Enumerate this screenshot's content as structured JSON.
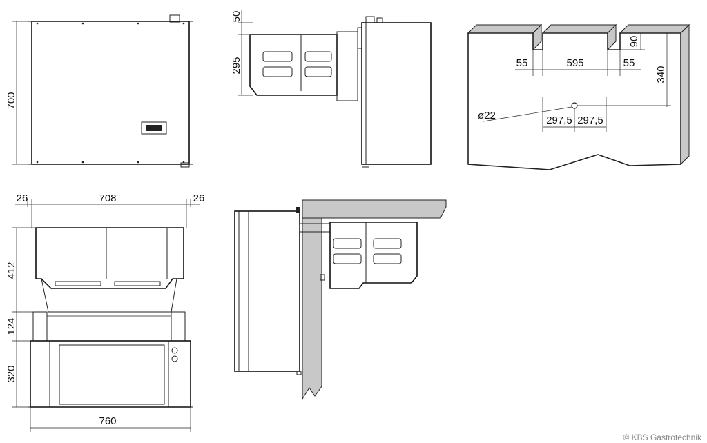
{
  "dimensions": {
    "front_height": "700",
    "side_top": "50",
    "side_main": "295",
    "wall_left_slot": "55",
    "wall_span": "595",
    "wall_right_slot": "55",
    "wall_slot_depth": "90",
    "wall_hole_height": "340",
    "wall_hole_diameter": "ø22",
    "wall_half_left": "297,5",
    "wall_half_right": "297,5",
    "top_left_margin": "26",
    "top_width": "708",
    "top_right_margin": "26",
    "top_upper": "412",
    "top_mid": "124",
    "top_lower": "320",
    "top_overall": "760"
  },
  "colors": {
    "wall_fill": "#c8c8c8",
    "line": "#222222",
    "copyright": "#8a8a8a"
  },
  "copyright": "© KBS Gastrotechnik"
}
